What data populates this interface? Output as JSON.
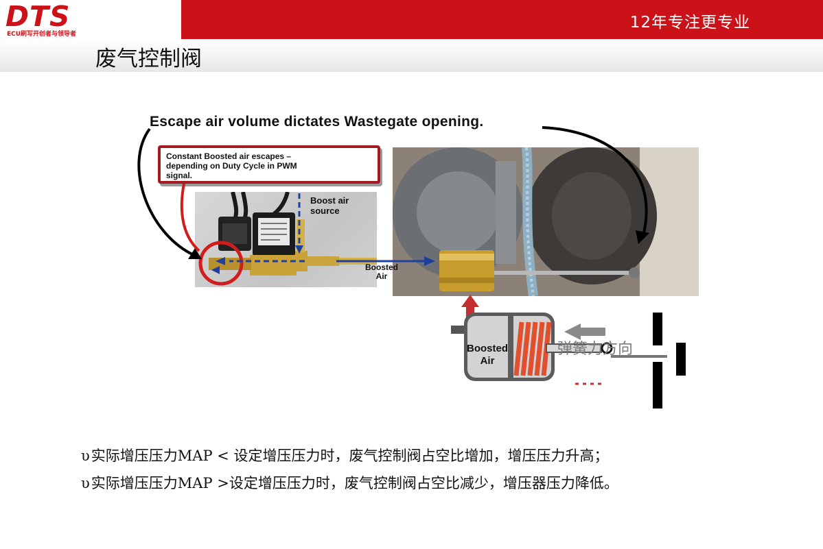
{
  "header": {
    "logo": "DTS",
    "logo_subtitle": "ECU刷写开创者与领导者",
    "slogan": "12年专注更专业",
    "brand_color": "#cc1219"
  },
  "page_title": "废气控制阀",
  "figure": {
    "headline": "Escape air volume dictates Wastegate opening.",
    "callout_lines": [
      "Constant Boosted air escapes –",
      "depending on Duty Cycle in PWM",
      "signal."
    ],
    "boost_source_lines": [
      "Boost air",
      "source"
    ],
    "boosted_air_lines": [
      "Boosted",
      "Air"
    ],
    "actuator_lines": [
      "Boosted",
      "Air"
    ],
    "spring_direction": "弹簧力方向"
  },
  "bullets": [
    {
      "marker": "υ",
      "text": "实际增压压力MAP < 设定增压压力时，废气控制阀占空比增加，增压压力升高；"
    },
    {
      "marker": "υ",
      "text": "实际增压压力MAP >设定增压压力时，废气控制阀占空比减少，增压器压力降低。"
    }
  ]
}
